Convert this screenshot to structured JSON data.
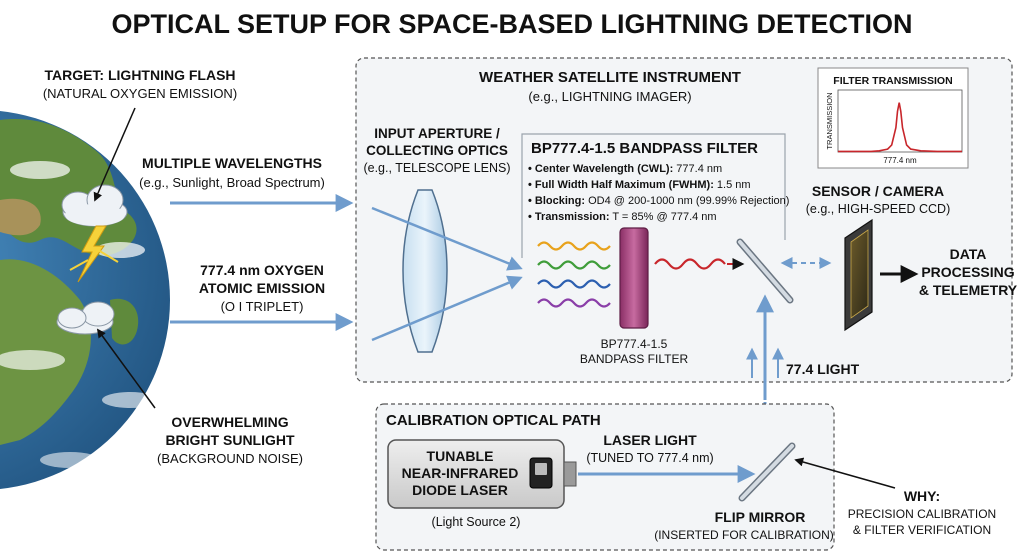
{
  "title": "OPTICAL SETUP FOR SPACE-BASED LIGHTNING DETECTION",
  "target": {
    "title": "TARGET: LIGHTNING FLASH",
    "subtitle": "(NATURAL OXYGEN EMISSION)"
  },
  "inputs": {
    "multi_title": "MULTIPLE WAVELENGTHS",
    "multi_sub": "(e.g., Sunlight, Broad Spectrum)",
    "oxygen_line1": "777.4 nm OXYGEN",
    "oxygen_line2": "ATOMIC EMISSION",
    "oxygen_sub": "(O I TRIPLET)"
  },
  "sunlight": {
    "line1": "OVERWHELMING",
    "line2": "BRIGHT SUNLIGHT",
    "sub": "(BACKGROUND NOISE)"
  },
  "instrument": {
    "title": "WEATHER SATELLITE INSTRUMENT",
    "subtitle": "(e.g., LIGHTNING IMAGER)"
  },
  "aperture": {
    "line1": "INPUT APERTURE /",
    "line2": "COLLECTING OPTICS",
    "sub": "(e.g., TELESCOPE LENS)"
  },
  "filter": {
    "title": "BP777.4-1.5 BANDPASS FILTER",
    "specs": [
      {
        "label": "Center Wavelength (CWL):",
        "value": "777.4 nm"
      },
      {
        "label": "Full Width Half Maximum (FWHM):",
        "value": "1.5 nm"
      },
      {
        "label": "Blocking:",
        "value": "OD4 @ 200-1000 nm (99.99% Rejection)"
      },
      {
        "label": "Transmission:",
        "value": "T = 85% @ 777.4 nm"
      }
    ],
    "caption1": "BP777.4-1.5",
    "caption2": "BANDPASS FILTER"
  },
  "transmission_chart": {
    "title": "FILTER TRANSMISSION",
    "ylabel": "TRANSMISSION",
    "xlabel": "777.4 nm"
  },
  "chart_data": {
    "type": "line",
    "title": "FILTER TRANSMISSION",
    "xlabel": "777.4 nm",
    "ylabel": "TRANSMISSION",
    "peak_x": 777.4,
    "fwhm": 1.5,
    "peak_transmission": 0.85,
    "series": [
      {
        "x": [
          770,
          772,
          774,
          775,
          776,
          776.5,
          777,
          777.2,
          777.4,
          777.6,
          777.8,
          778.3,
          778.8,
          780,
          782,
          784,
          785
        ],
        "y": [
          0.01,
          0.01,
          0.01,
          0.02,
          0.05,
          0.12,
          0.42,
          0.7,
          0.85,
          0.7,
          0.42,
          0.12,
          0.05,
          0.02,
          0.01,
          0.01,
          0.01
        ]
      }
    ]
  },
  "sensor": {
    "title": "SENSOR / CAMERA",
    "sub": "(e.g., HIGH-SPEED CCD)"
  },
  "output": {
    "line1": "DATA",
    "line2": "PROCESSING",
    "line3": "& TELEMETRY"
  },
  "light_label": "77.4 LIGHT",
  "calibration": {
    "title": "CALIBRATION OPTICAL PATH",
    "laser_line1": "TUNABLE",
    "laser_line2": "NEAR-INFRARED",
    "laser_line3": "DIODE LASER",
    "laser_caption": "(Light Source 2)",
    "beam_title": "LASER LIGHT",
    "beam_sub": "(TUNED TO 777.4 nm)",
    "mirror_title": "FLIP MIRROR",
    "mirror_sub": "(INSERTED FOR CALIBRATION)"
  },
  "why": {
    "title": "WHY:",
    "line1": "PRECISION CALIBRATION",
    "line2": "& FILTER VERIFICATION"
  },
  "colors": {
    "beam": "#6f9ccd",
    "ocean": "#2f6c9e",
    "land": "#5f8a3c",
    "filter": "#b04d85",
    "peak": "#c8262b",
    "box_fill": "#f3f5f7"
  }
}
